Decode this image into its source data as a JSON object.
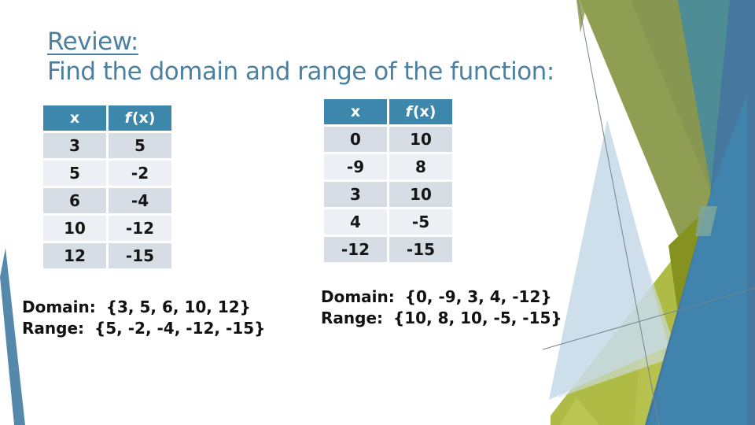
{
  "slide": {
    "title_line1": "Review:",
    "title_line2": "Find the domain and range of the function:"
  },
  "tables": [
    {
      "headers": {
        "x": "x",
        "f": "f",
        "fx_rest": "(x)"
      },
      "rows": [
        [
          "3",
          "5"
        ],
        [
          "5",
          "-2"
        ],
        [
          "6",
          "-4"
        ],
        [
          "10",
          "-12"
        ],
        [
          "12",
          "-15"
        ]
      ],
      "domain_label": "Domain:",
      "domain_value": "{3, 5, 6, 10, 12}",
      "range_label": "Range:",
      "range_value": "{5, -2, -4, -12, -15}"
    },
    {
      "headers": {
        "x": "x",
        "f": "f",
        "fx_rest": "(x)"
      },
      "rows": [
        [
          "0",
          "10"
        ],
        [
          "-9",
          "8"
        ],
        [
          "3",
          "10"
        ],
        [
          "4",
          "-5"
        ],
        [
          "-12",
          "-15"
        ]
      ],
      "domain_label": "Domain:",
      "domain_value": "{0, -9, 3, 4, -12}",
      "range_label": "Range:",
      "range_value": "{10, 8, 10, -5, -15}"
    }
  ],
  "colors": {
    "title_text": "#4c80a1",
    "table_header_bg": "#3e87ac",
    "table_header_text": "#ffffff",
    "row_shade_a": "#d6dde5",
    "row_shade_b": "#ecf0f4",
    "answer_text": "#111111",
    "decor": {
      "left_wedge": "#5589ac",
      "olive": "#909e53",
      "olive_shade": "#869450",
      "olive_sliver": "#9fad66",
      "teal": "#4e8d96",
      "yellow": "#aebb45",
      "yellow_light": "#bac654",
      "overlap_dark": "#85921f",
      "pale_blue_1": "#bad3e2",
      "pale_blue_2": "#cfdfeb",
      "blue": "#45779f",
      "blue_bright": "#3f86af",
      "blend": "#7fa79b",
      "line": "#75838b"
    }
  }
}
